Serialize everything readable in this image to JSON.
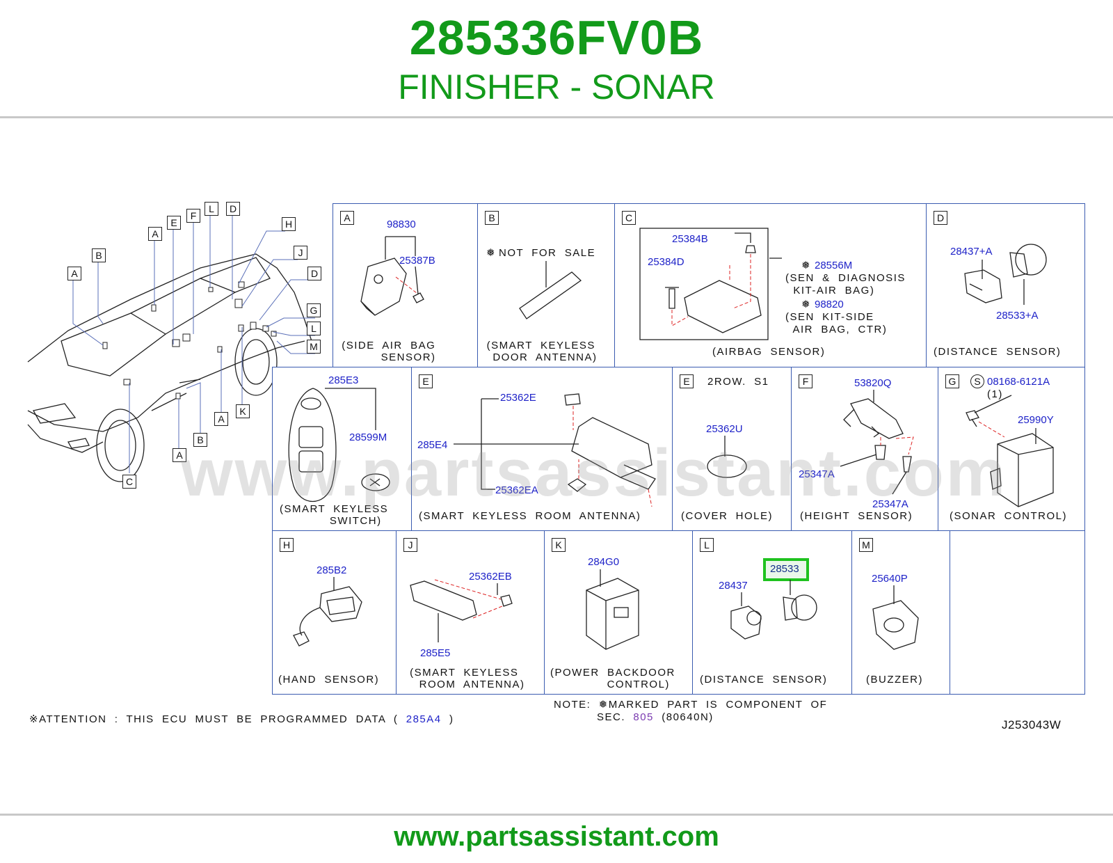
{
  "header": {
    "part_number": "285336FV0B",
    "part_name": "FINISHER - SONAR"
  },
  "car_callouts": [
    "A",
    "B",
    "A",
    "E",
    "F",
    "L",
    "D",
    "H",
    "J",
    "D",
    "G",
    "L",
    "M",
    "K",
    "A",
    "B",
    "A",
    "C"
  ],
  "panels": {
    "A": {
      "tag": "A",
      "parts": [
        "98830",
        "25387B"
      ],
      "caption": "(SIDE  AIR  BAG\n          SENSOR)"
    },
    "B": {
      "tag": "B",
      "note": "NOT  FOR  SALE",
      "caption": "(SMART  KEYLESS\n  DOOR  ANTENNA)"
    },
    "C": {
      "tag": "C",
      "parts": [
        "25384B",
        "25384D",
        "28556M",
        "98820"
      ],
      "text1": "(SEN  &  DIAGNOSIS\n  KIT-AIR  BAG)",
      "text2": "(SEN  KIT-SIDE\n  AIR  BAG,  CTR)",
      "caption": "(AIRBAG  SENSOR)"
    },
    "D": {
      "tag": "D",
      "parts": [
        "28437+A",
        "28533+A"
      ],
      "caption": "(DISTANCE  SENSOR)"
    },
    "SW": {
      "parts": [
        "285E3",
        "28599M"
      ],
      "caption": "(SMART  KEYLESS\n           SWITCH)"
    },
    "E": {
      "tag": "E",
      "parts": [
        "25362E",
        "285E4",
        "25362EA"
      ],
      "caption": "(SMART  KEYLESS  ROOM  ANTENNA)"
    },
    "E2": {
      "tag": "E",
      "heading": "2ROW.  S1",
      "parts": [
        "25362U"
      ],
      "caption": "(COVER  HOLE)"
    },
    "F": {
      "tag": "F",
      "parts": [
        "53820Q",
        "25347A",
        "25347A"
      ],
      "caption": "(HEIGHT  SENSOR)"
    },
    "G": {
      "tag": "G",
      "bolt_symbol": "S",
      "parts": [
        "08168-6121A",
        "25990Y"
      ],
      "qty": "(1)",
      "caption": "(SONAR  CONTROL)"
    },
    "H": {
      "tag": "H",
      "parts": [
        "285B2"
      ],
      "caption": "(HAND  SENSOR)"
    },
    "J": {
      "tag": "J",
      "parts": [
        "25362EB",
        "285E5"
      ],
      "caption": "(SMART  KEYLESS\n    ROOM  ANTENNA)"
    },
    "K": {
      "tag": "K",
      "parts": [
        "284G0"
      ],
      "caption": "(POWER  BACKDOOR\n             CONTROL)"
    },
    "L": {
      "tag": "L",
      "parts": [
        "28437",
        "28533"
      ],
      "caption": "(DISTANCE  SENSOR)"
    },
    "M": {
      "tag": "M",
      "parts": [
        "25640P"
      ],
      "caption": "(BUZZER)"
    }
  },
  "footer": {
    "attention_prefix": "※ATTENTION  :  THIS  ECU  MUST  BE  PROGRAMMED  DATA  (",
    "attention_part": "285A4",
    "attention_suffix": ")",
    "note_prefix": "NOTE:  ",
    "note_line1": "MARKED  PART  IS  COMPONENT  OF",
    "note_sec": "SEC.",
    "note_sec_num": "805",
    "note_sec_code": "(80640N)",
    "diagram_code": "J253043W",
    "website": "www.partsassistant.com"
  },
  "watermark": "www.partsassistant.com",
  "colors": {
    "title_green": "#129a1a",
    "part_blue": "#1e22c8",
    "highlight_green": "#1fc21f",
    "leader_red": "#d22",
    "panel_border": "#3a5bb0"
  }
}
